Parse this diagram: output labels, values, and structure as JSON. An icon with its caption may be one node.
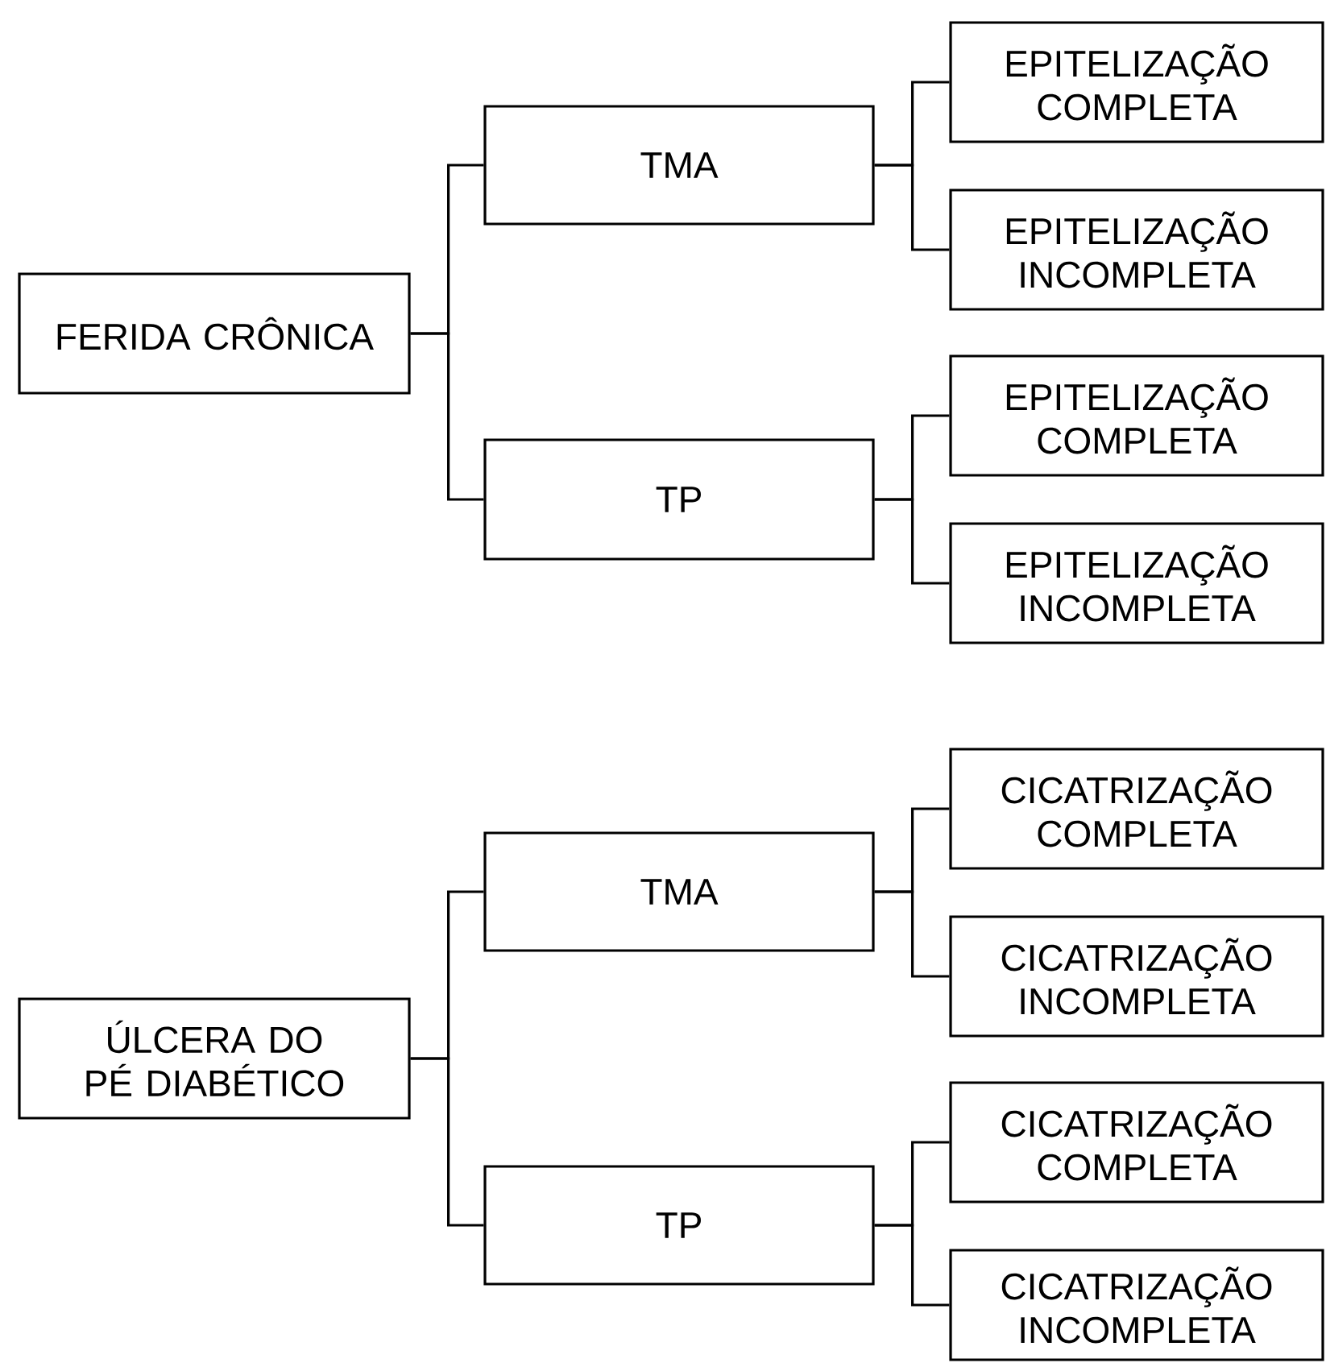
{
  "diagram": {
    "nodes": [
      {
        "text": [
          "FERIDA CRÔNICA"
        ]
      },
      {
        "text": [
          "TMA"
        ]
      },
      {
        "text": [
          "EPITELIZAÇÃO COMPLETA"
        ]
      },
      {
        "text": [
          "EPITELIZAÇÃO INCOMPLETA"
        ]
      },
      {
        "text": [
          "TP"
        ]
      },
      {
        "text": [
          "EPITELIZAÇÃO COMPLETA"
        ]
      },
      {
        "text": [
          "EPITELIZAÇÃO INCOMPLETA"
        ]
      },
      {
        "text": [
          "ÚLCERA DO PÉ DIABÉTICO"
        ]
      },
      {
        "text": [
          "TMA"
        ]
      },
      {
        "text": [
          "CICATRIZAÇÃO COMPLETA"
        ]
      },
      {
        "text": [
          "CICATRIZAÇÃO INCOMPLETA"
        ]
      },
      {
        "text": [
          "TP"
        ]
      },
      {
        "text": [
          "CICATRIZAÇÃO COMPLETA"
        ]
      },
      {
        "text": [
          "CICATRIZAÇÃO INCOMPLETA"
        ]
      }
    ],
    "edges": [
      {
        "from": 0,
        "to": 1,
        "arrow": "none"
      },
      {
        "from": 0,
        "to": 4,
        "arrow": "none"
      },
      {
        "from": 1,
        "to": 2,
        "arrow": "none"
      },
      {
        "from": 1,
        "to": 3,
        "arrow": "none"
      },
      {
        "from": 4,
        "to": 5,
        "arrow": "none"
      },
      {
        "from": 4,
        "to": 6,
        "arrow": "none"
      },
      {
        "from": 7,
        "to": 8,
        "arrow": "none"
      },
      {
        "from": 7,
        "to": 11,
        "arrow": "none"
      },
      {
        "from": 8,
        "to": 9,
        "arrow": "none"
      },
      {
        "from": 8,
        "to": 10,
        "arrow": "none"
      },
      {
        "from": 11,
        "to": 12,
        "arrow": "none"
      },
      {
        "from": 11,
        "to": 13,
        "arrow": "none"
      }
    ]
  }
}
